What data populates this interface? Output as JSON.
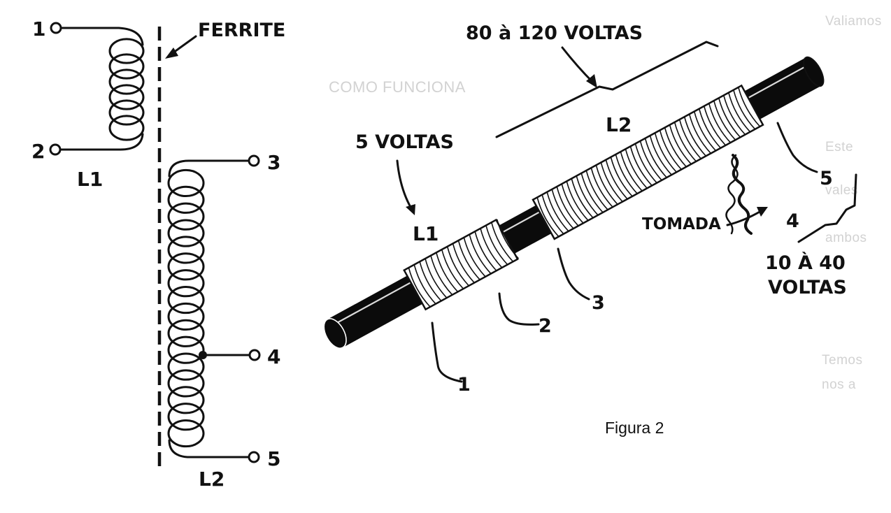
{
  "schematic": {
    "terminals": {
      "t1": "1",
      "t2": "2",
      "t3": "3",
      "t4": "4",
      "t5": "5"
    },
    "core_label": "FERRITE",
    "coil_labels": {
      "l1": "L1",
      "l2": "L2"
    }
  },
  "pictorial": {
    "l2_turns": "80 à 120 VOLTAS",
    "l2": "L2",
    "l1_turns": "5 VOLTAS",
    "l1": "L1",
    "tap_label": "TOMADA",
    "tap_turns_line1": "10 À 40",
    "tap_turns_line2": "VOLTAS",
    "leads": {
      "n1": "1",
      "n2": "2",
      "n3": "3",
      "n4": "4",
      "n5": "5"
    }
  },
  "caption": "Figura 2",
  "colors": {
    "ink": "#111111",
    "paper": "#ffffff",
    "bleed_text": "#d2d2d2"
  }
}
